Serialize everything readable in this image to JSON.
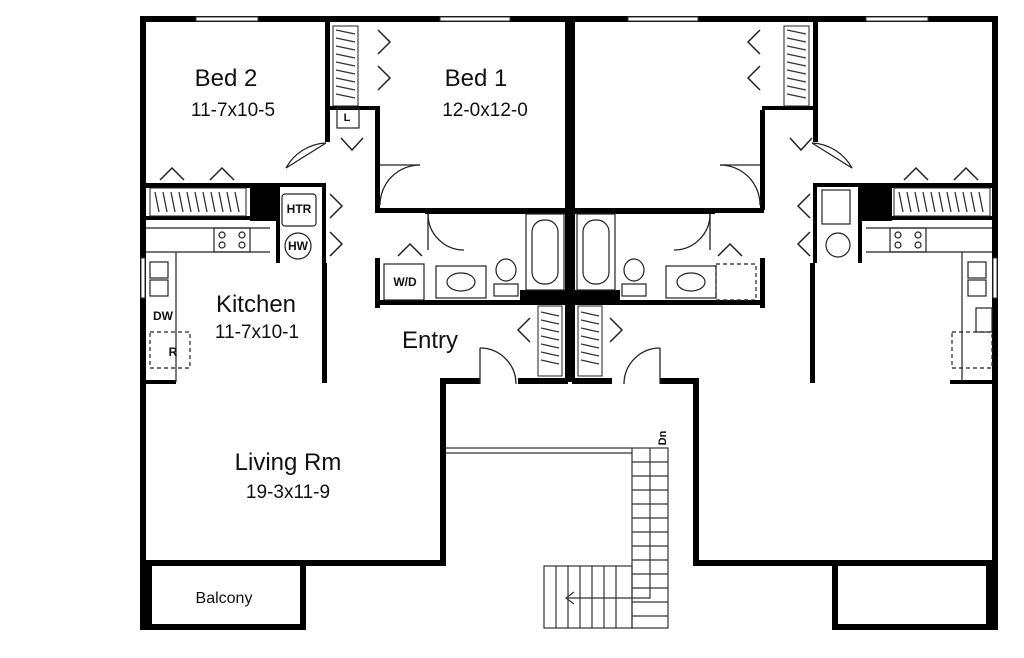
{
  "rooms": {
    "bed2": {
      "name": "Bed 2",
      "size": "11-7x10-5"
    },
    "bed1": {
      "name": "Bed 1",
      "size": "12-0x12-0"
    },
    "kitchen": {
      "name": "Kitchen",
      "size": "11-7x10-1"
    },
    "living": {
      "name": "Living Rm",
      "size": "19-3x11-9"
    },
    "entry": {
      "name": "Entry"
    },
    "balcony": {
      "name": "Balcony"
    }
  },
  "fixtures": {
    "heater": "HTR",
    "water_heater": "HW",
    "washer_dryer": "W/D",
    "dishwasher": "DW",
    "refrigerator": "R",
    "linen": "L",
    "stair_down": "Dn"
  },
  "colors": {
    "wall": "#000000",
    "line": "#333333",
    "background": "#ffffff"
  }
}
